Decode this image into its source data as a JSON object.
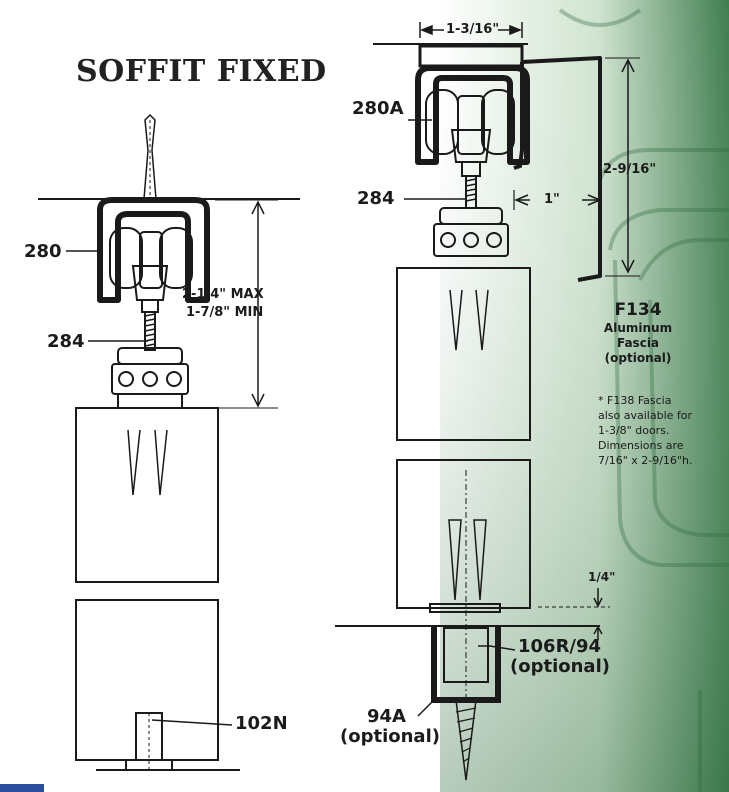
{
  "title": "SOFFIT FIXED",
  "left_diagram": {
    "part_280": "280",
    "part_284": "284",
    "dim_max": "2-1/4\" MAX",
    "dim_min": "1-7/8\" MIN",
    "part_102N": "102N"
  },
  "right_diagram": {
    "dim_top_width": "1-3/16\"",
    "part_280A": "280A",
    "part_284": "284",
    "dim_fascia_height": "2-9/16\"",
    "dim_fascia_offset": "1\"",
    "dim_quarter": "1/4\"",
    "part_106R94": "106R/94",
    "part_106R94_note": "(optional)",
    "part_94A": "94A",
    "part_94A_note": "(optional)"
  },
  "fascia": {
    "code": "F134",
    "line1": "Aluminum",
    "line2": "Fascia",
    "line3": "(optional)"
  },
  "note": {
    "line1": "* F138 Fascia",
    "line2": "also available for",
    "line3": "1-3/8\" doors.",
    "line4": "Dimensions are",
    "line5": "7/16\" x 2-9/16\"h."
  },
  "colors": {
    "background_gradient_start": "#ffffff",
    "background_gradient_end": "#3f7d4f",
    "line_color": "#1a1a1a"
  }
}
